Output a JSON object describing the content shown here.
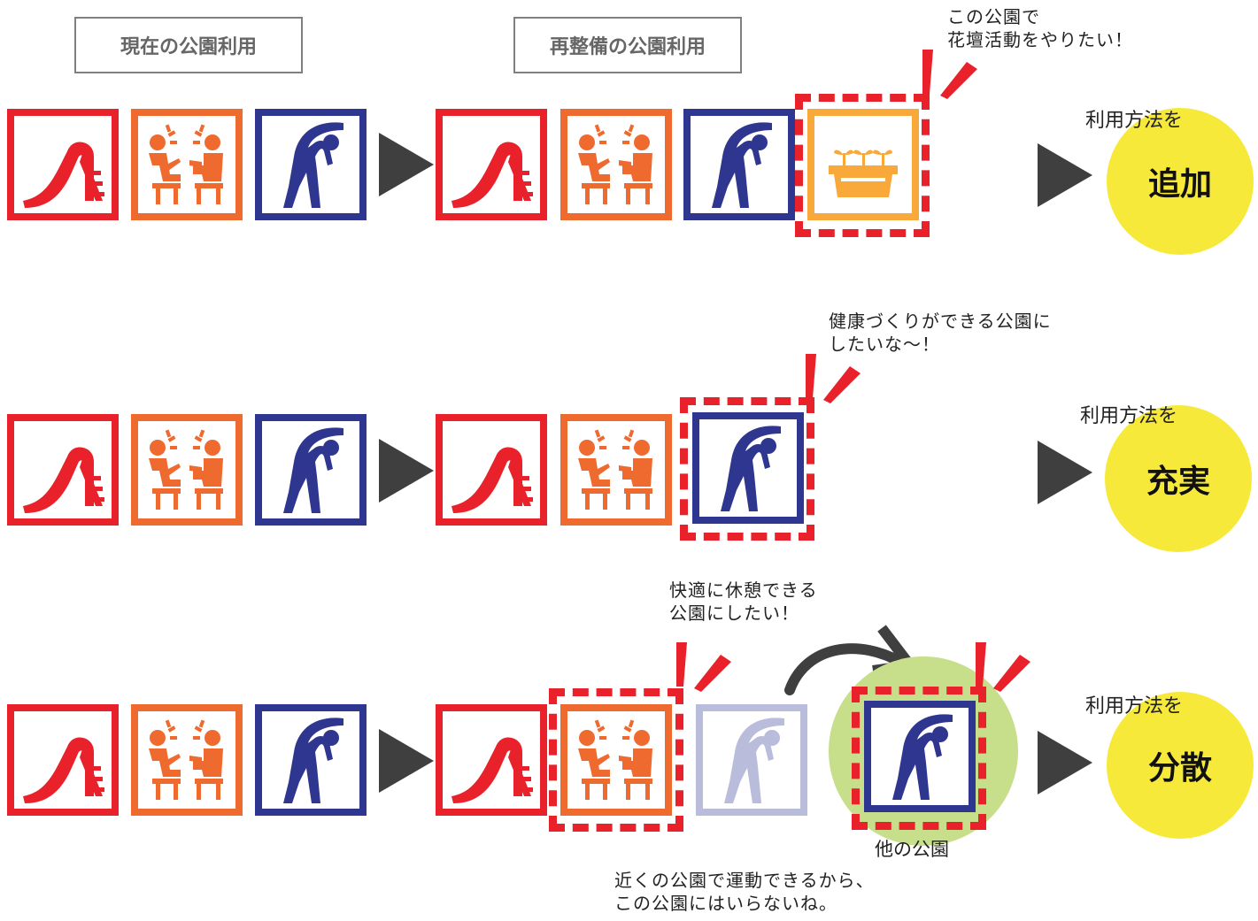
{
  "headers": {
    "current": "現在の公園利用",
    "redeveloped": "再整備の公園利用"
  },
  "rows": [
    {
      "speech": [
        "この公園で",
        "花壇活動をやりたい！"
      ],
      "result_prefix": "利用方法を",
      "result": "追加"
    },
    {
      "speech": [
        "健康づくりができる公園に",
        "したいな～！"
      ],
      "result_prefix": "利用方法を",
      "result": "充実"
    },
    {
      "speech": [
        "快適に休憩できる",
        "公園にしたい！"
      ],
      "speech2": [
        "近くの公園で運動できるから、",
        "この公園にはいらないね。"
      ],
      "other_park": "他の公園",
      "result_prefix": "利用方法を",
      "result": "分散"
    }
  ],
  "icons": {
    "slide": "slide-icon",
    "conversation": "conversation-icon",
    "exercise": "exercise-icon",
    "planter": "flower-planter-icon"
  },
  "colors": {
    "red": "#e8212b",
    "orange": "#ef6a2f",
    "navy": "#2e3690",
    "faded_navy": "#b9bcdb",
    "planter": "#f9a83a",
    "yellow": "#f6e93a",
    "green": "#c7df8b",
    "arrow": "#3f3f3f"
  }
}
